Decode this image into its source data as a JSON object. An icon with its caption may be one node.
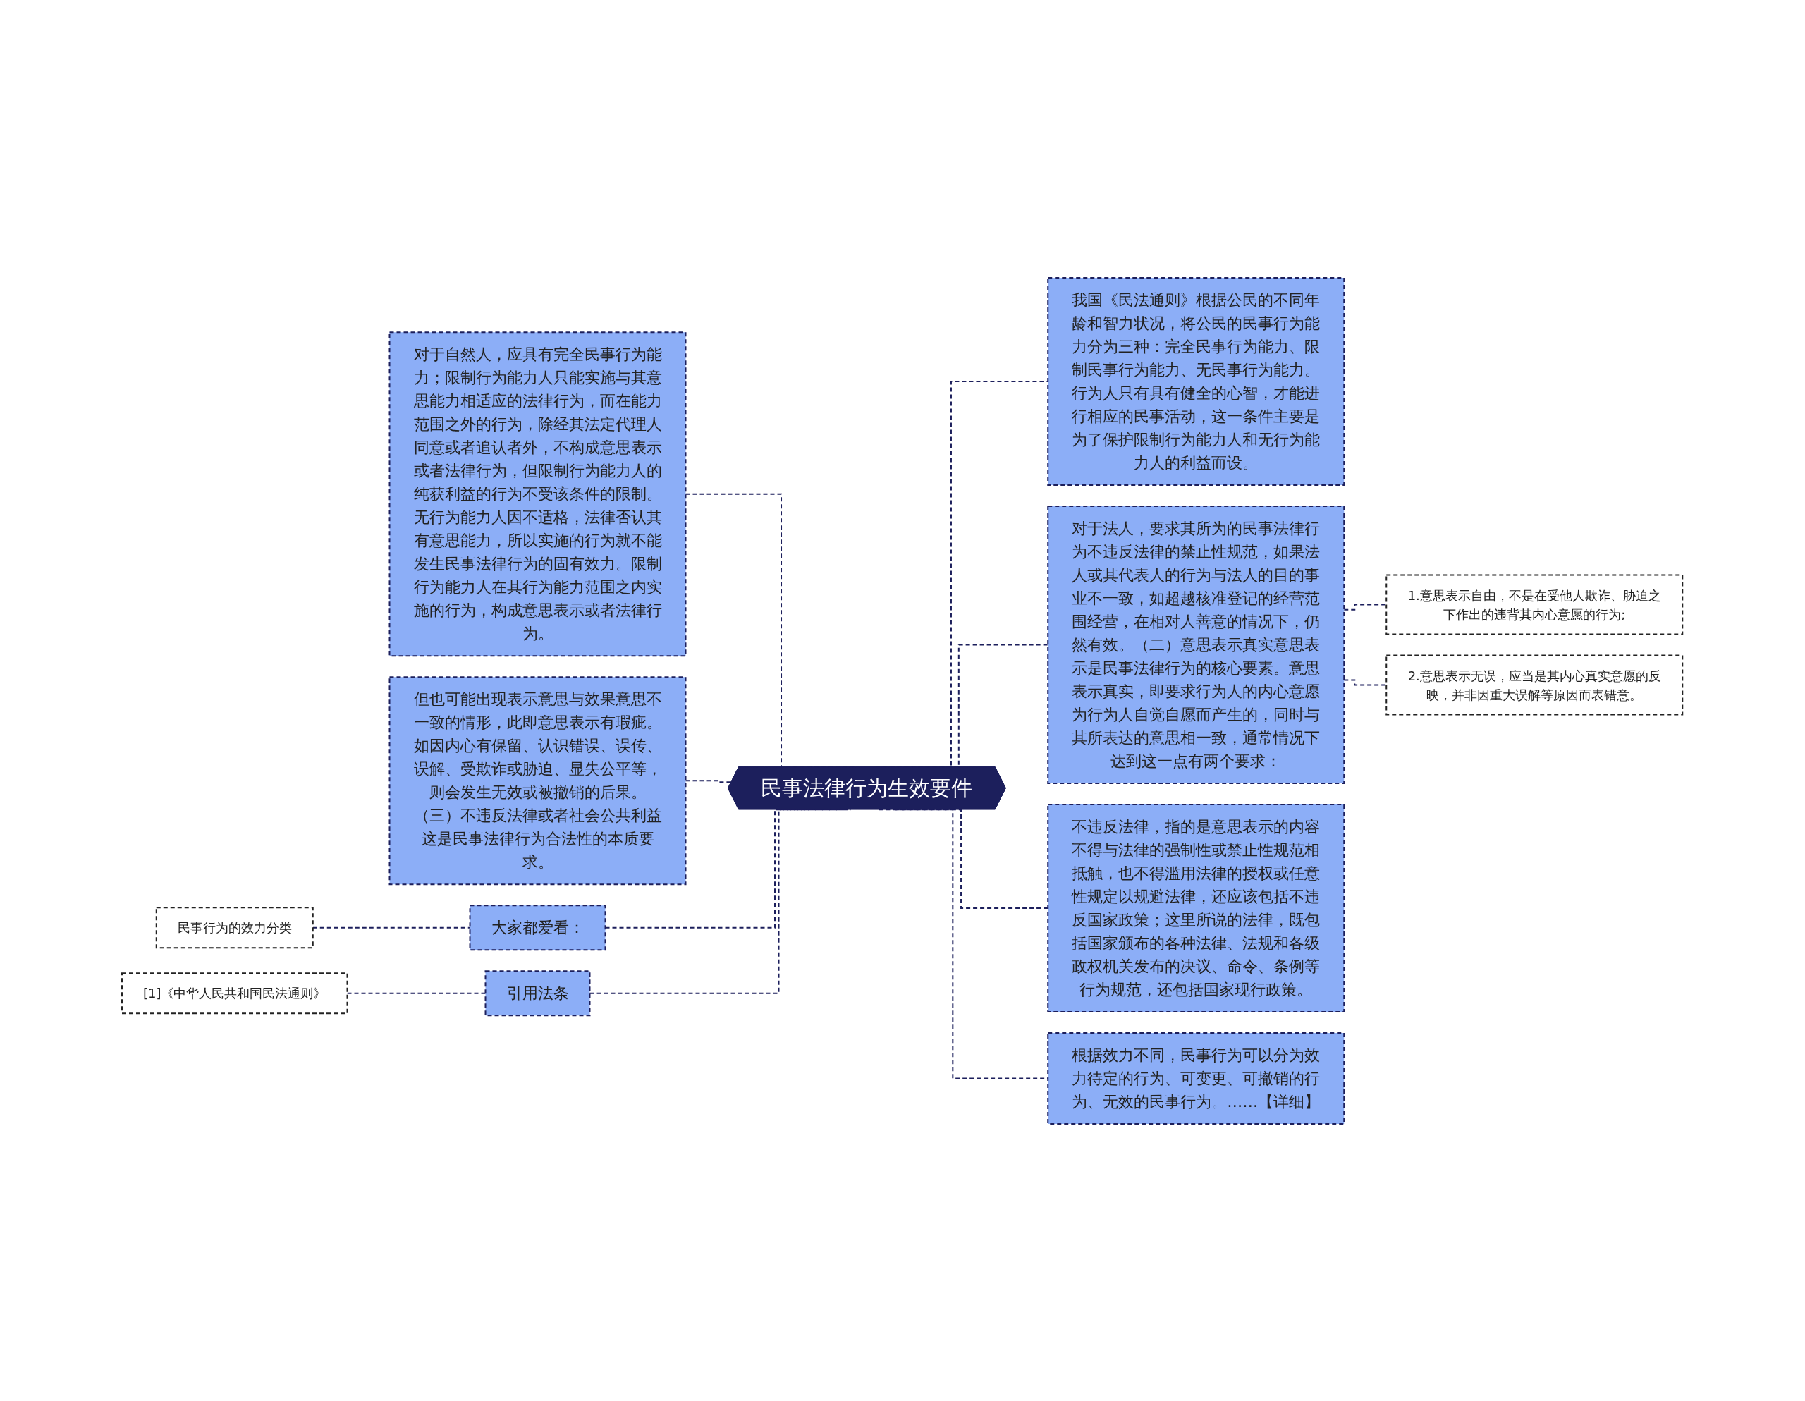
{
  "diagram": {
    "nodes": [
      {
        "text": [
          "民事法律行为生效要件"
        ]
      },
      {
        "text": [
          "我国《民法通则》根据公民的不同年龄和智力状况，将公民的民事行为能力分为三种：完全民事行为能力、限制民事行为能力、无民事行为能力。行为人只有具有健全的心智，才能进行相应的民事活动，这一条件主要是为了保护限制行为能力人和无行为能力人的利益而设。"
        ]
      },
      {
        "text": [
          "对于法人，要求其所为的民事法律行为不违反法律的禁止性规范，如果法人或其代表人的行为与法人的目的事业不一致，如超越核准登记的经营范围经营，在相对人善意的情况下，仍然有效。（二）意思表示真实意思表示是民事法律行为的核心要素。意思表示真实，即要求行为人的内心意愿为行为人自觉自愿而产生的，同时与其所表达的意思相一致，通常情况下达到这一点有两个要求："
        ]
      },
      {
        "text": [
          "不违反法律，指的是意思表示的内容不得与法律的强制性或禁止性规范相抵触，也不得滥用法律的授权或任意性规定以规避法律，还应该包括不违反国家政策；这里所说的法律，既包括国家颁布的各种法律、法规和各级政权机关发布的决议、命令、条例等行为规范，还包括国家现行政策。"
        ]
      },
      {
        "text": [
          "根据效力不同，民事行为可以分为效力待定的行为、可变更、可撤销的行为、无效的民事行为。……【详细】"
        ]
      },
      {
        "text": [
          "1.意思表示自由，不是在受他人欺诈、胁迫之下作出的违背其内心意愿的行为;"
        ]
      },
      {
        "text": [
          "2.意思表示无误，应当是其内心真实意愿的反映，并非因重大误解等原因而表错意。"
        ]
      },
      {
        "text": [
          "对于自然人，应具有完全民事行为能力；限制行为能力人只能实施与其意思能力相适应的法律行为，而在能力范围之外的行为，除经其法定代理人同意或者追认者外，不构成意思表示或者法律行为，但限制行为能力人的纯获利益的行为不受该条件的限制。无行为能力人因不适格，法律否认其有意思能力，所以实施的行为就不能发生民事法律行为的固有效力。限制行为能力人在其行为能力范围之内实施的行为，构成意思表示或者法律行为。"
        ]
      },
      {
        "text": [
          "但也可能出现表示意思与效果意思不一致的情形，此即意思表示有瑕疵。如因内心有保留、认识错误、误传、误解、受欺诈或胁迫、显失公平等，则会发生无效或被撤销的后果。（三）不违反法律或者社会公共利益这是民事法律行为合法性的本质要求。"
        ]
      },
      {
        "text": [
          "大家都爱看："
        ]
      },
      {
        "text": [
          "民事行为的效力分类"
        ]
      },
      {
        "text": [
          "引用法条"
        ]
      },
      {
        "text": [
          "[1]《中华人民共和国民法通则》"
        ]
      }
    ],
    "edges": [
      {
        "from": 0,
        "to": 1,
        "arrow": "none",
        "style": "dashed"
      },
      {
        "from": 0,
        "to": 2,
        "arrow": "none",
        "style": "dashed"
      },
      {
        "from": 0,
        "to": 3,
        "arrow": "none",
        "style": "dashed"
      },
      {
        "from": 0,
        "to": 4,
        "arrow": "none",
        "style": "dashed"
      },
      {
        "from": 2,
        "to": 5,
        "arrow": "none",
        "style": "dashed"
      },
      {
        "from": 2,
        "to": 6,
        "arrow": "none",
        "style": "dashed"
      },
      {
        "from": 7,
        "to": 0,
        "arrow": "none",
        "style": "dashed"
      },
      {
        "from": 8,
        "to": 0,
        "arrow": "none",
        "style": "dashed"
      },
      {
        "from": 9,
        "to": 0,
        "arrow": "none",
        "style": "dashed"
      },
      {
        "from": 11,
        "to": 0,
        "arrow": "none",
        "style": "dashed"
      },
      {
        "from": 10,
        "to": 9,
        "arrow": "none",
        "style": "dashed"
      },
      {
        "from": 12,
        "to": 11,
        "arrow": "none",
        "style": "dashed"
      }
    ]
  }
}
